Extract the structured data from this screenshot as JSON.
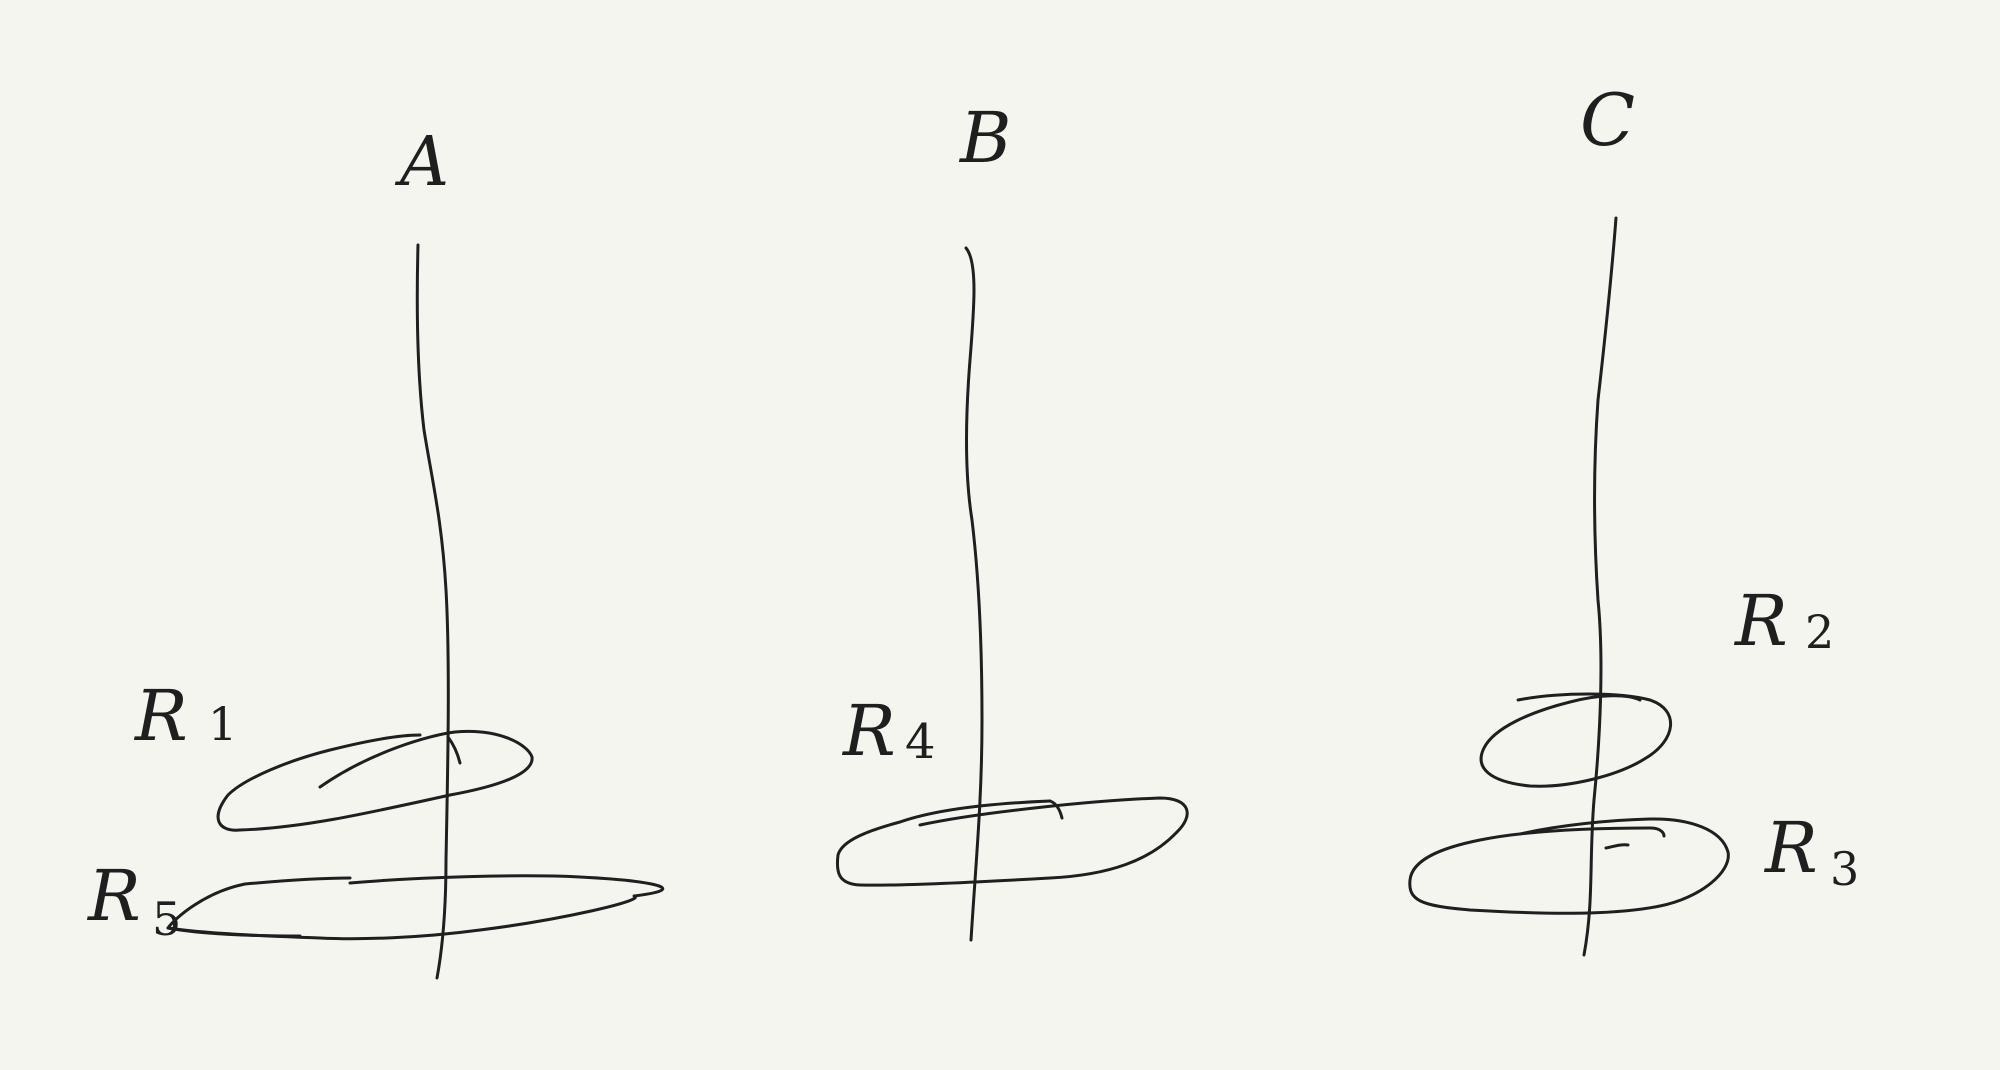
{
  "background_color": "#f5f5f0",
  "ink_color": "#1f1f1f",
  "pegs": [
    {
      "id": "A",
      "label": "A"
    },
    {
      "id": "B",
      "label": "B"
    },
    {
      "id": "C",
      "label": "C"
    }
  ],
  "rings": [
    {
      "id": "R1",
      "letter": "R",
      "subscript": "1",
      "peg": "A"
    },
    {
      "id": "R5",
      "letter": "R",
      "subscript": "5",
      "peg": "A"
    },
    {
      "id": "R4",
      "letter": "R",
      "subscript": "4",
      "peg": "B"
    },
    {
      "id": "R2",
      "letter": "R",
      "subscript": "2",
      "peg": "C"
    },
    {
      "id": "R3",
      "letter": "R",
      "subscript": "3",
      "peg": "C"
    }
  ]
}
